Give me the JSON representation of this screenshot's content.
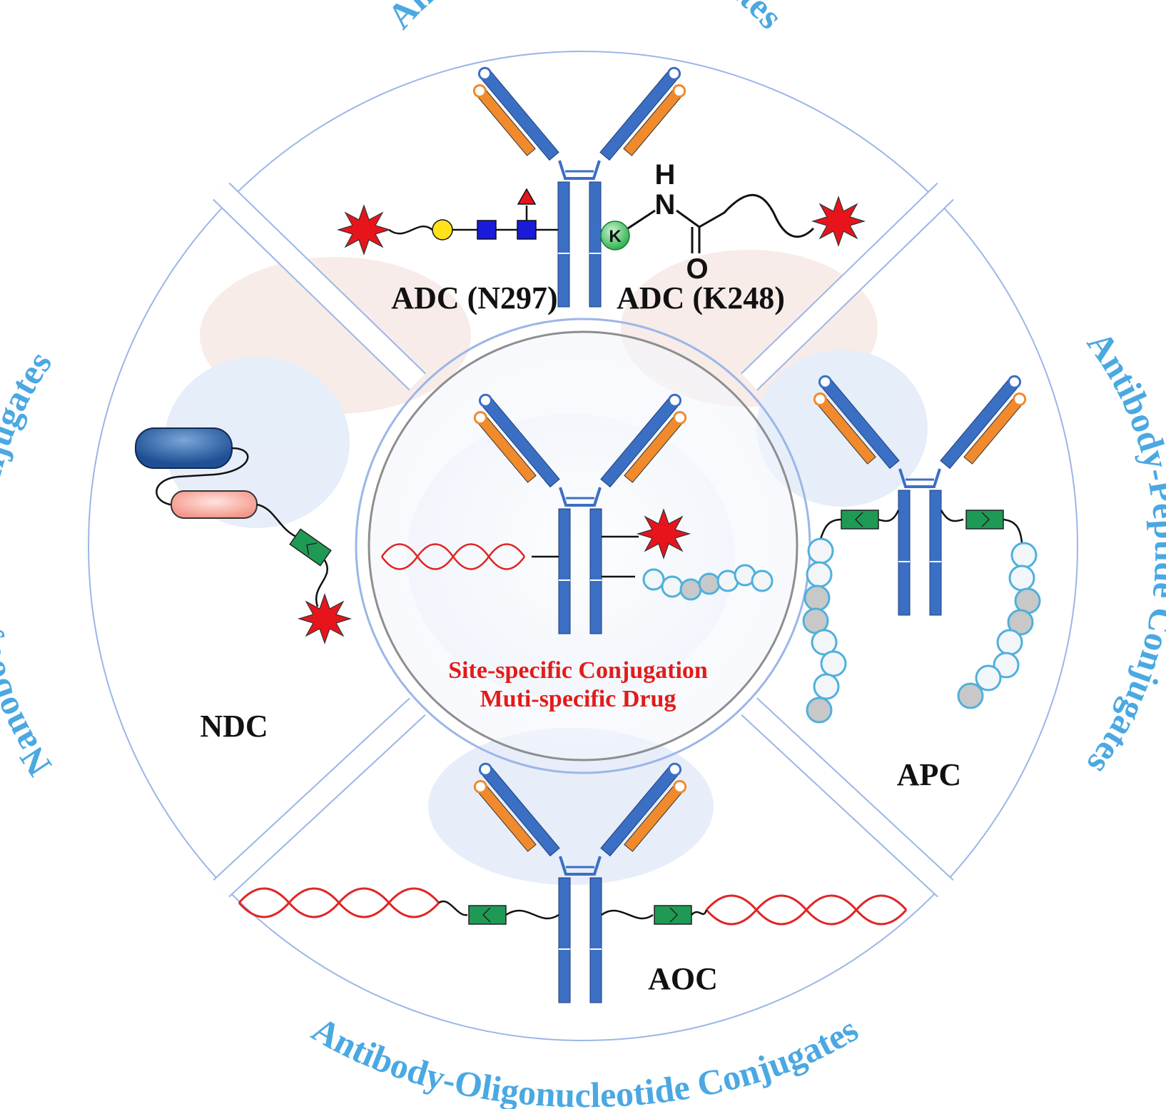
{
  "titles": {
    "top": "Antibody-Drug Conjugates",
    "bottom": "Antibody-Oligonucleotide Conjugates",
    "left": "Nanobody-Drug Conjugates",
    "right": "Antibody-Peptide Conjugates"
  },
  "labels": {
    "adc_n297": "ADC (N297)",
    "adc_k248": "ADC (K248)",
    "ndc": "NDC",
    "apc": "APC",
    "aoc": "AOC"
  },
  "center": {
    "line1": "Site-specific Conjugation",
    "line2": "Muti-specific Drug"
  },
  "chem": {
    "h": "H",
    "n": "N",
    "o": "O",
    "k": "K"
  },
  "colors": {
    "title_blue": "#4aa8e2",
    "heavy_chain": "#3b6fc4",
    "light_chain": "#f08a2c",
    "payload": "#e8141c",
    "linker_green": "#1f9a54",
    "dna_red": "#e02525",
    "peptide_bead": "#5bb4de"
  },
  "icons": [
    "antibody-icon",
    "payload-burst-icon",
    "glycan-icon",
    "lysine-icon",
    "nanobody-icon",
    "linker-icon",
    "dna-helix-icon",
    "peptide-chain-icon"
  ]
}
